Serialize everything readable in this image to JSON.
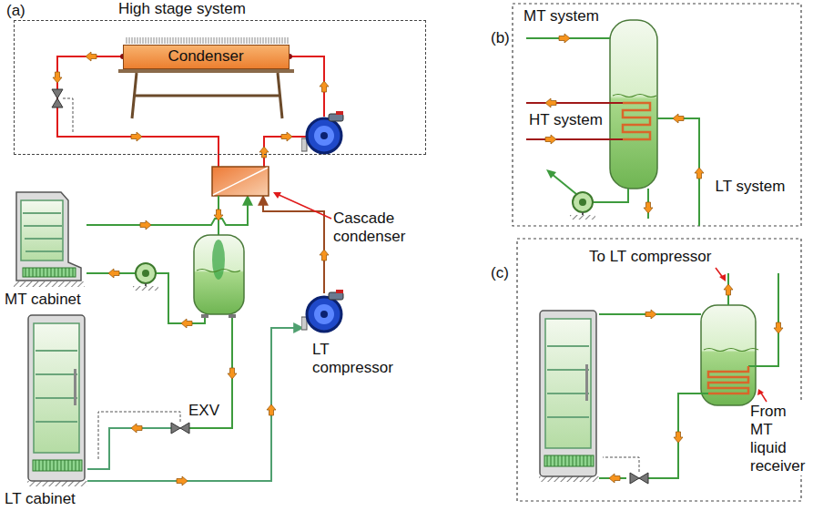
{
  "diagram": {
    "nodes": [
      {
        "text": [
          "High stage system"
        ]
      },
      {
        "text": [
          "Condenser"
        ],
        "in": 0
      },
      {
        "text": [
          "Cascade condenser"
        ]
      },
      {
        "text": [
          "MT cabinet"
        ]
      },
      {
        "text": [
          "LT cabinet"
        ]
      },
      {
        "text": [
          "LT compressor"
        ]
      }
    ],
    "edges": [
      {
        "from": 3,
        "to": 2,
        "arrow": "to"
      },
      {
        "from": 5,
        "to": 2,
        "arrow": "to"
      },
      {
        "from": 4,
        "to": 5,
        "arrow": "to"
      }
    ],
    "labels": [
      "(a)",
      "EXV",
      "(b)",
      "MT system",
      "HT system",
      "LT system",
      "(c)",
      "To LT compressor",
      "From MT liquid receiver"
    ]
  }
}
